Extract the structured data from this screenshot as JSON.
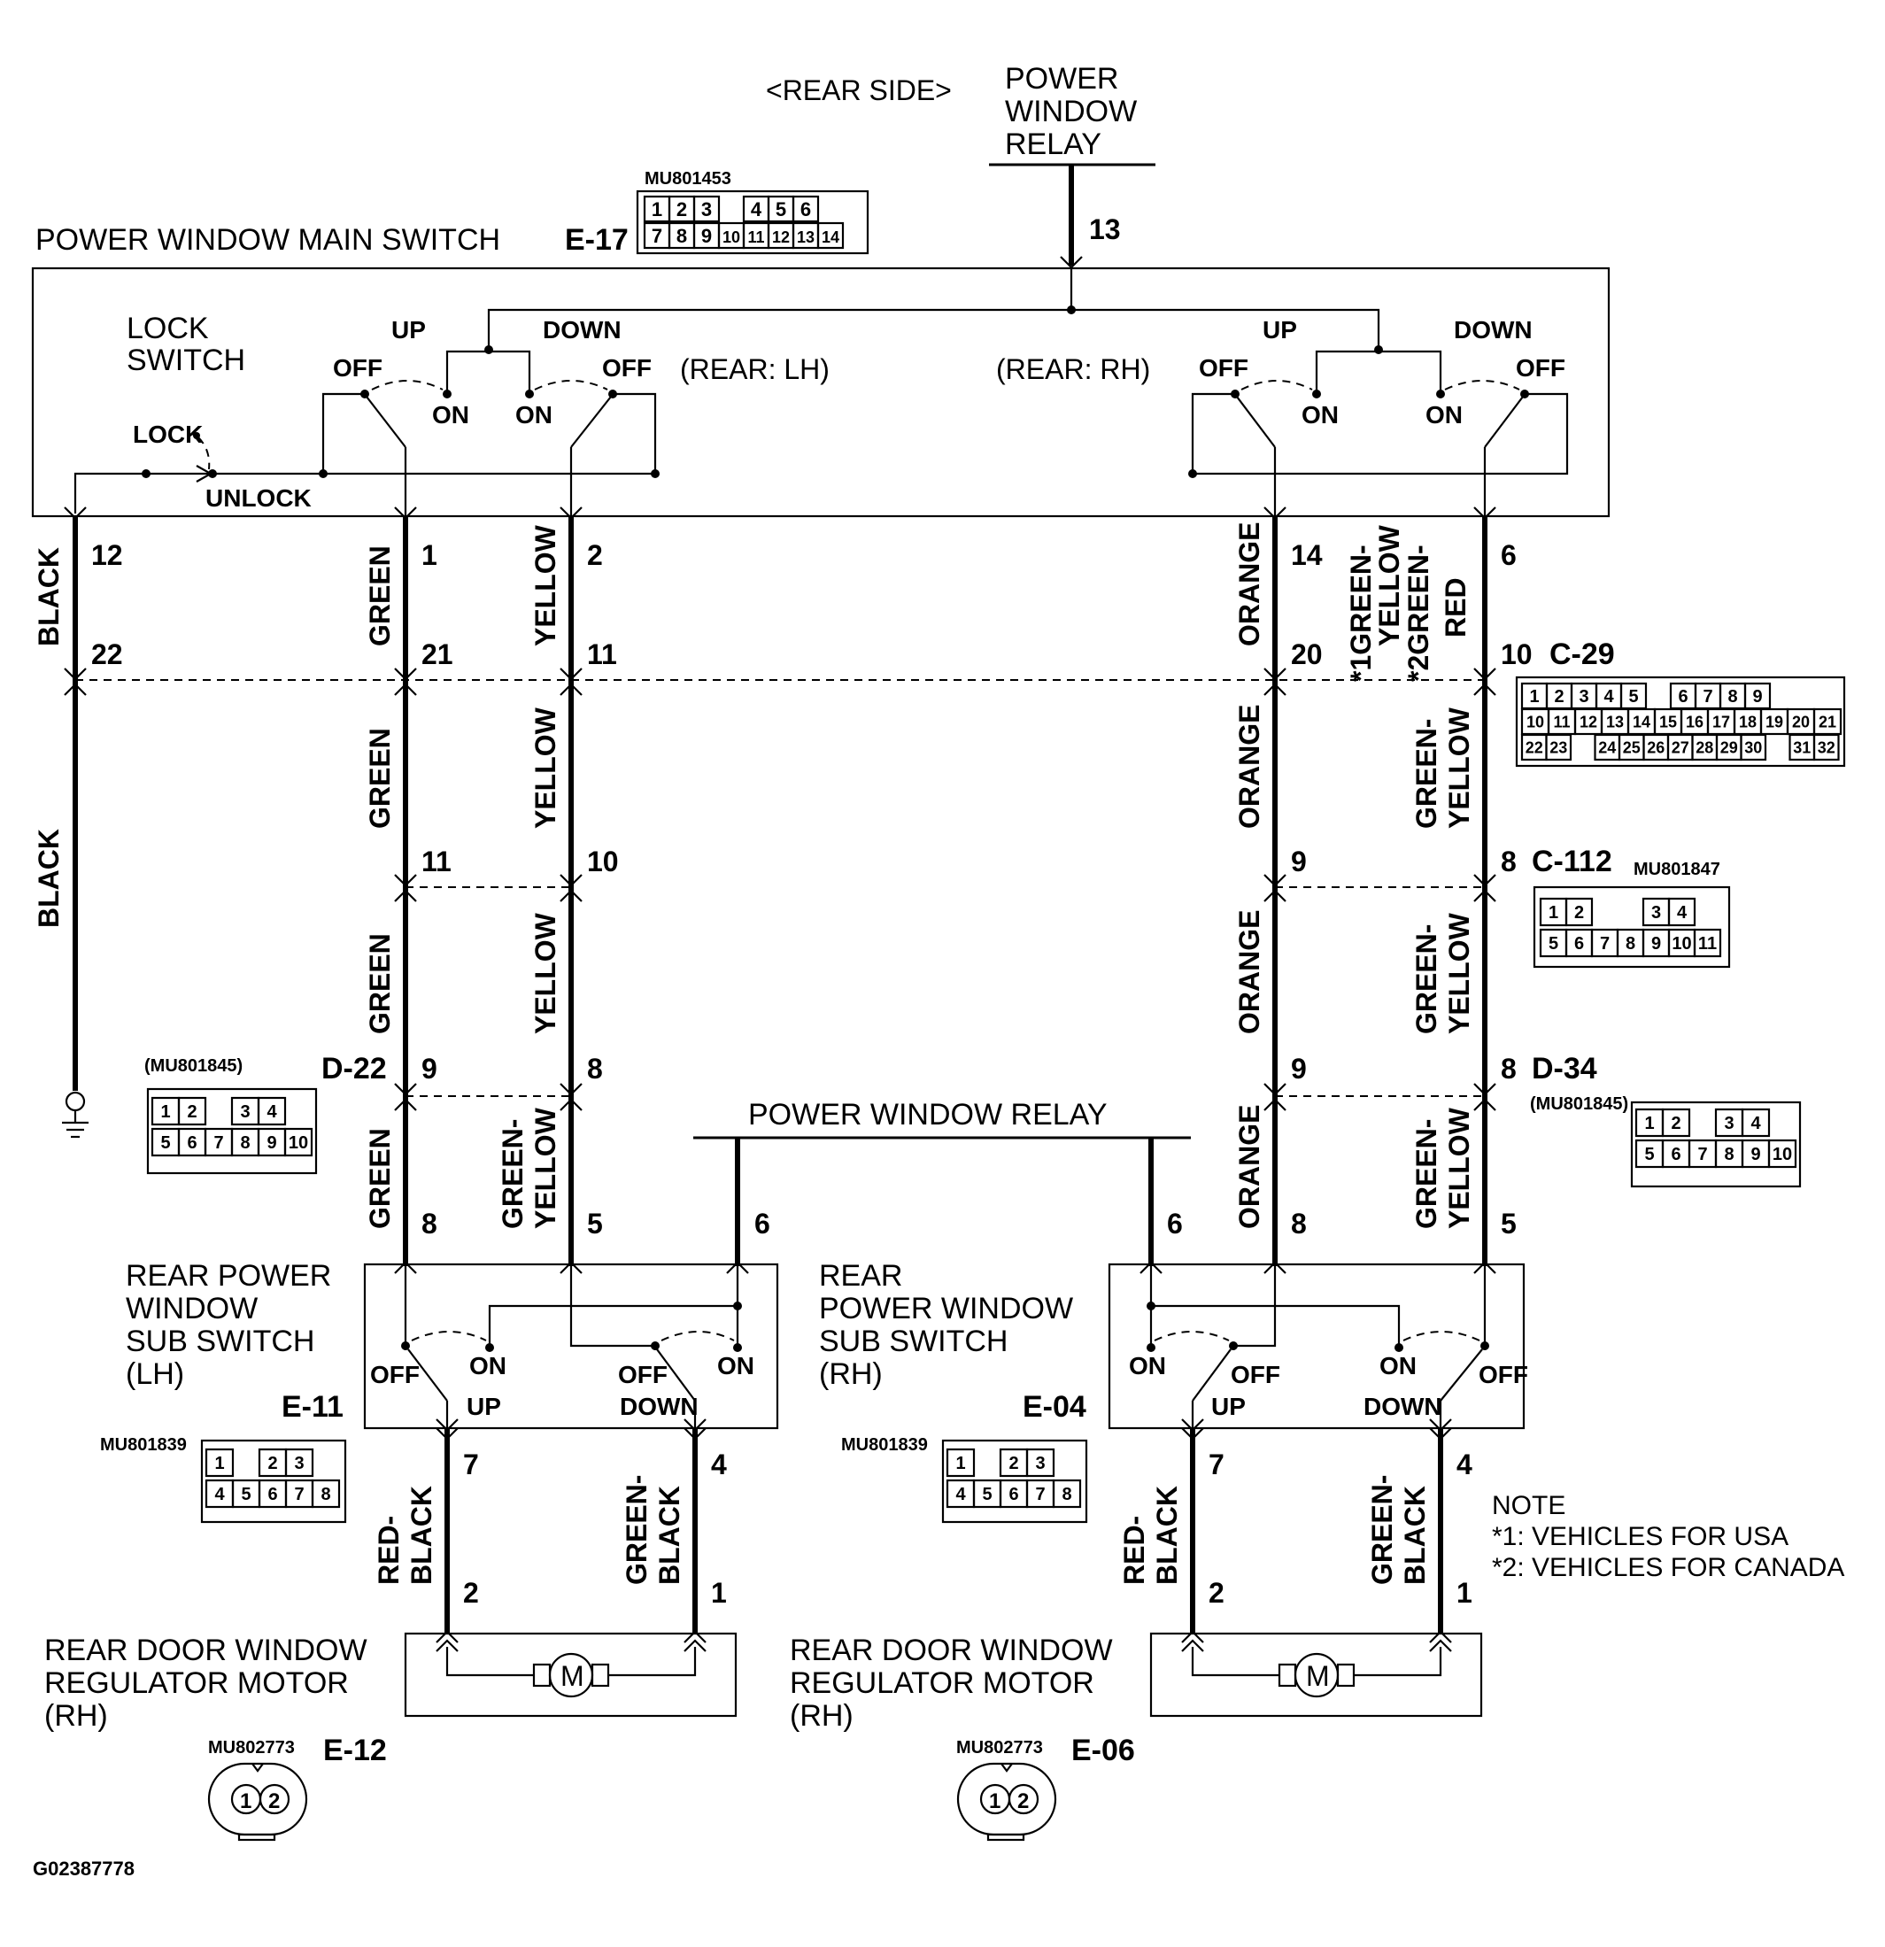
{
  "header": {
    "rear_side": "<REAR SIDE>",
    "relay_top_line1": "POWER",
    "relay_top_line2": "WINDOW",
    "relay_top_line3": "RELAY",
    "relay_top_pin": "13"
  },
  "main_switch": {
    "title": "POWER WINDOW MAIN SWITCH",
    "connector_id": "E-17",
    "part_no": "MU801453",
    "grid_row1": [
      "1",
      "2",
      "3",
      "",
      "4",
      "5",
      "6"
    ],
    "grid_row2": [
      "7",
      "8",
      "9",
      "10",
      "11",
      "12",
      "13",
      "14"
    ],
    "lock_switch_line1": "LOCK",
    "lock_switch_line2": "SWITCH",
    "lock": "LOCK",
    "unlock": "UNLOCK",
    "rear_lh": "(REAR: LH)",
    "rear_rh": "(REAR: RH)",
    "up": "UP",
    "down": "DOWN",
    "off": "OFF",
    "on": "ON"
  },
  "wires": {
    "black": "BLACK",
    "green": "GREEN",
    "yellow": "YELLOW",
    "orange": "ORANGE",
    "green_yellow_1": "GREEN-",
    "green_yellow_2": "YELLOW",
    "star1_green": "*1GREEN-",
    "star1_yellow": "YELLOW",
    "star2_green": "*2GREEN-",
    "star2_red": "RED",
    "red_black_1": "RED-",
    "red_black_2": "BLACK",
    "green_black_1": "GREEN-",
    "green_black_2": "BLACK"
  },
  "pins": {
    "p12": "12",
    "p1": "1",
    "p2": "2",
    "p14": "14",
    "p6": "6",
    "p22": "22",
    "p21": "21",
    "p11": "11",
    "p20": "20",
    "p10": "10",
    "p11b": "11",
    "p10b": "10",
    "p9": "9",
    "p8": "8",
    "p9c": "9",
    "p8c": "8",
    "p9d": "9",
    "p8d": "8",
    "p8e": "8",
    "p5": "5",
    "p6e": "6",
    "p6f": "6",
    "p8f": "8",
    "p5f": "5",
    "p7": "7",
    "p4": "4",
    "p2m": "2",
    "p1m": "1",
    "p7r": "7",
    "p4r": "4",
    "p2r": "2",
    "p1r": "1"
  },
  "connectors": {
    "c29": "C-29",
    "c29_row1": [
      "1",
      "2",
      "3",
      "4",
      "5",
      "",
      "6",
      "7",
      "8",
      "9"
    ],
    "c29_row2": [
      "10",
      "11",
      "12",
      "13",
      "14",
      "15",
      "16",
      "17",
      "18",
      "19",
      "20",
      "21"
    ],
    "c29_row3": [
      "22",
      "23",
      "",
      "24",
      "25",
      "26",
      "27",
      "28",
      "29",
      "30",
      "",
      "31",
      "32"
    ],
    "c112": "C-112",
    "c112_part": "MU801847",
    "c112_row1": [
      "1",
      "2",
      "",
      "",
      "3",
      "4"
    ],
    "c112_row2": [
      "5",
      "6",
      "7",
      "8",
      "9",
      "10",
      "11"
    ],
    "d22": "D-22",
    "d22_part": "(MU801845)",
    "d34": "D-34",
    "d34_part": "(MU801845)",
    "d_row1": [
      "1",
      "2",
      "",
      "3",
      "4"
    ],
    "d_row2": [
      "5",
      "6",
      "7",
      "8",
      "9",
      "10"
    ],
    "e11": "E-11",
    "e11_part": "MU801839",
    "e04": "E-04",
    "e04_part": "MU801839",
    "e_row1": [
      "1",
      "",
      "2",
      "3"
    ],
    "e_row2": [
      "4",
      "5",
      "6",
      "7",
      "8"
    ],
    "e12": "E-12",
    "e12_part": "MU802773",
    "e06": "E-06",
    "e06_part": "MU802773",
    "motor_pins": [
      "1",
      "2"
    ]
  },
  "relay_mid": "POWER WINDOW RELAY",
  "sub_lh": {
    "line1": "REAR POWER",
    "line2": "WINDOW",
    "line3": "SUB SWITCH",
    "line4": "(LH)"
  },
  "sub_rh": {
    "line1": "REAR",
    "line2": "POWER WINDOW",
    "line3": "SUB SWITCH",
    "line4": "(RH)"
  },
  "motor_lh": {
    "line1": "REAR DOOR WINDOW",
    "line2": "REGULATOR MOTOR",
    "line3": "(RH)",
    "symbol": "M"
  },
  "motor_rh": {
    "line1": "REAR DOOR WINDOW",
    "line2": "REGULATOR MOTOR",
    "line3": "(RH)",
    "symbol": "M"
  },
  "note": {
    "title": "NOTE",
    "n1": "*1: VEHICLES FOR USA",
    "n2": "*2: VEHICLES FOR CANADA"
  },
  "figure_id": "G02387778"
}
